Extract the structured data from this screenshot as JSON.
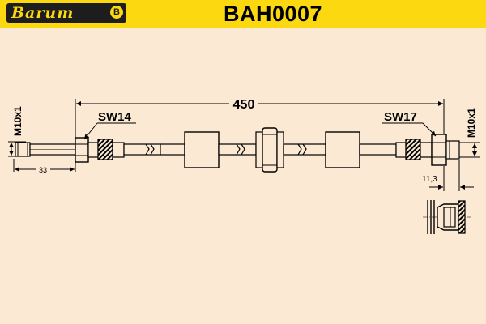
{
  "header": {
    "brand": "Barum",
    "brand_mark": "B",
    "part_number": "BAH0007"
  },
  "dimensions": {
    "total_length": "450",
    "left_thread": "M10x1",
    "right_thread": "M10x1",
    "left_wrench": "SW14",
    "right_wrench": "SW17",
    "left_thread_length": "33",
    "right_offset": "11,3"
  },
  "colors": {
    "background": "#fbe9d3",
    "header": "#fbd810",
    "line": "#000000"
  }
}
